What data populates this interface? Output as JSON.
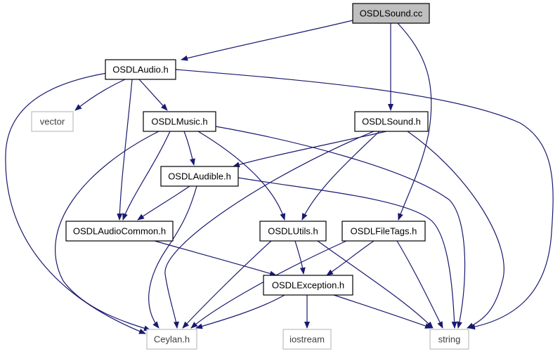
{
  "graph": {
    "nodes": [
      {
        "id": "osdlsound_cc",
        "label": "OSDLSound.cc",
        "style": "root"
      },
      {
        "id": "osdlaudio_h",
        "label": "OSDLAudio.h",
        "style": "normal"
      },
      {
        "id": "vector",
        "label": "vector",
        "style": "external"
      },
      {
        "id": "osdlmusic_h",
        "label": "OSDLMusic.h",
        "style": "normal"
      },
      {
        "id": "osdlsound_h",
        "label": "OSDLSound.h",
        "style": "normal"
      },
      {
        "id": "osdlaudible_h",
        "label": "OSDLAudible.h",
        "style": "normal"
      },
      {
        "id": "osdlaudiocommon_h",
        "label": "OSDLAudioCommon.h",
        "style": "normal"
      },
      {
        "id": "osdlutils_h",
        "label": "OSDLUtils.h",
        "style": "normal"
      },
      {
        "id": "osdlfiletags_h",
        "label": "OSDLFileTags.h",
        "style": "normal"
      },
      {
        "id": "osdlexception_h",
        "label": "OSDLException.h",
        "style": "normal"
      },
      {
        "id": "ceylan_h",
        "label": "Ceylan.h",
        "style": "external"
      },
      {
        "id": "iostream",
        "label": "iostream",
        "style": "external"
      },
      {
        "id": "string",
        "label": "string",
        "style": "external"
      }
    ],
    "edges": [
      {
        "from": "osdlsound_cc",
        "to": "osdlaudio_h"
      },
      {
        "from": "osdlsound_cc",
        "to": "osdlsound_h"
      },
      {
        "from": "osdlsound_cc",
        "to": "osdlfiletags_h"
      },
      {
        "from": "osdlaudio_h",
        "to": "vector"
      },
      {
        "from": "osdlaudio_h",
        "to": "osdlmusic_h"
      },
      {
        "from": "osdlaudio_h",
        "to": "osdlaudiocommon_h"
      },
      {
        "from": "osdlaudio_h",
        "to": "ceylan_h"
      },
      {
        "from": "osdlaudio_h",
        "to": "string"
      },
      {
        "from": "osdlmusic_h",
        "to": "osdlaudible_h"
      },
      {
        "from": "osdlmusic_h",
        "to": "osdlaudiocommon_h"
      },
      {
        "from": "osdlmusic_h",
        "to": "osdlutils_h"
      },
      {
        "from": "osdlmusic_h",
        "to": "ceylan_h"
      },
      {
        "from": "osdlmusic_h",
        "to": "string"
      },
      {
        "from": "osdlsound_h",
        "to": "osdlaudible_h"
      },
      {
        "from": "osdlsound_h",
        "to": "osdlutils_h"
      },
      {
        "from": "osdlsound_h",
        "to": "ceylan_h"
      },
      {
        "from": "osdlsound_h",
        "to": "string"
      },
      {
        "from": "osdlaudible_h",
        "to": "osdlaudiocommon_h"
      },
      {
        "from": "osdlaudible_h",
        "to": "ceylan_h"
      },
      {
        "from": "osdlaudible_h",
        "to": "string"
      },
      {
        "from": "osdlaudiocommon_h",
        "to": "osdlexception_h"
      },
      {
        "from": "osdlutils_h",
        "to": "osdlexception_h"
      },
      {
        "from": "osdlutils_h",
        "to": "ceylan_h"
      },
      {
        "from": "osdlutils_h",
        "to": "string"
      },
      {
        "from": "osdlfiletags_h",
        "to": "osdlexception_h"
      },
      {
        "from": "osdlfiletags_h",
        "to": "ceylan_h"
      },
      {
        "from": "osdlfiletags_h",
        "to": "string"
      },
      {
        "from": "osdlexception_h",
        "to": "ceylan_h"
      },
      {
        "from": "osdlexception_h",
        "to": "iostream"
      },
      {
        "from": "osdlexception_h",
        "to": "string"
      }
    ]
  },
  "colors": {
    "edge": "#191970",
    "root_fill": "#bfbfbf",
    "node_stroke": "#000000",
    "external_stroke": "#bfbfbf",
    "external_text": "#404040",
    "text": "#000000"
  }
}
